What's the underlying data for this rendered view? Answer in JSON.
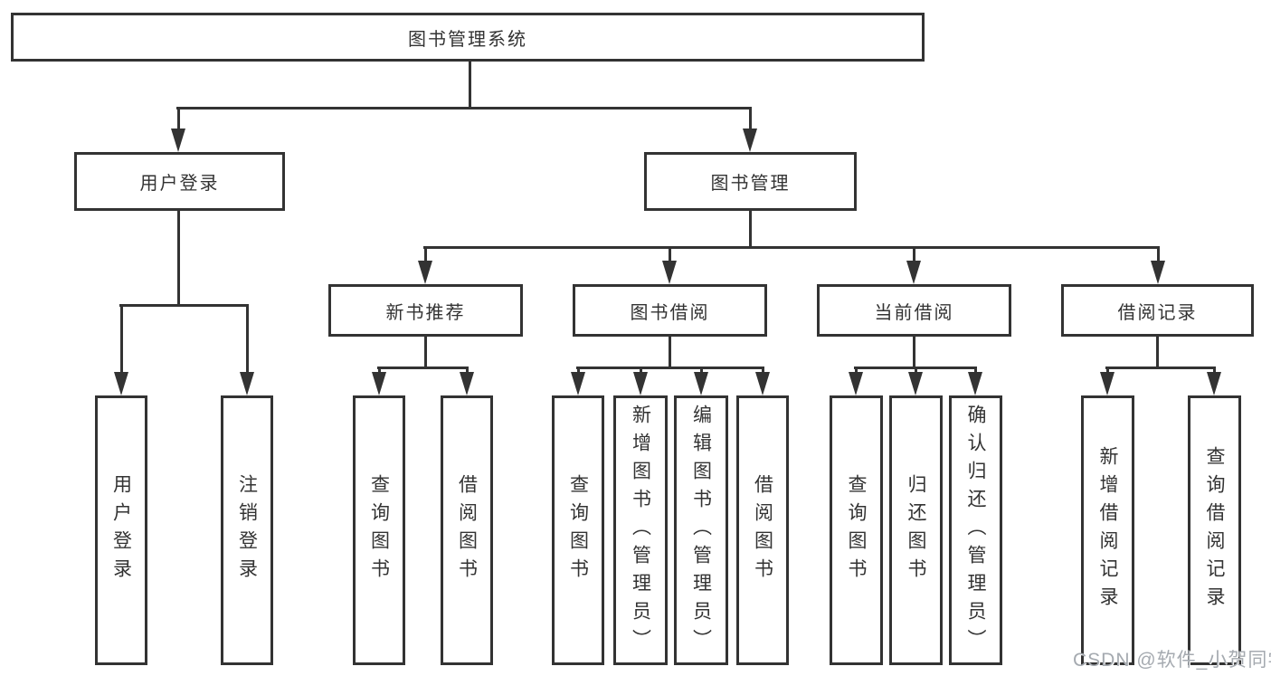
{
  "colors": {
    "line": "#333333",
    "text": "#333333",
    "watermark": "#a5aab0",
    "background": "#ffffff"
  },
  "nodes": {
    "root": "图书管理系统",
    "user_login": "用户登录",
    "book_mgmt": "图书管理",
    "new_book_rec": "新书推荐",
    "book_borrow": "图书借阅",
    "current_borrow": "当前借阅",
    "borrow_records": "借阅记录",
    "leaf_user_login": "用户登录",
    "leaf_logout": "注销登录",
    "leaf_rec_query_books": "查询图书",
    "leaf_rec_borrow_books": "借阅图书",
    "leaf_bb_query_books": "查询图书",
    "leaf_bb_add_books": "新增图书（管理员）",
    "leaf_bb_edit_books": "编辑图书（管理员）",
    "leaf_bb_borrow_books": "借阅图书",
    "leaf_cb_query_books": "查询图书",
    "leaf_cb_return_books": "归还图书",
    "leaf_cb_confirm_return": "确认归还（管理员）",
    "leaf_br_add_record": "新增借阅记录",
    "leaf_br_query_record": "查询借阅记录"
  },
  "watermark": "CSDN @软件_小贺同学"
}
